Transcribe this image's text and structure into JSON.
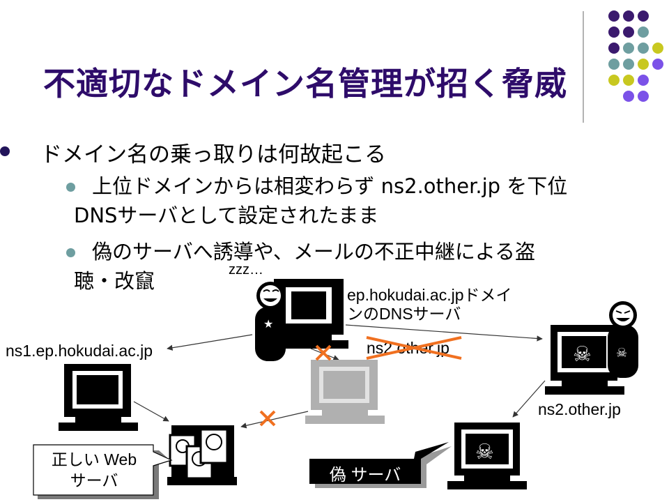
{
  "slide": {
    "title": "不適切なドメイン名管理が招く脅威",
    "bullet": "ドメイン名の乗っ取りは何故起こる",
    "sub_bullets": [
      {
        "line1": "上位ドメインからは相変わらず ns2.other.jp を下位",
        "line2": "DNSサーバとして設定されたまま"
      },
      {
        "line1": "偽のサーバへ誘導や、メールの不正中継による盗",
        "line2": "聴・改竄"
      }
    ]
  },
  "diagram": {
    "zzz": "zzz…",
    "ep_server_line1": "ep.hokudai.ac.jpドメイ",
    "ep_server_line2": "ンのDNSサーバ",
    "ns1_label": "ns1.ep.hokudai.ac.jp",
    "ns2_crossed_label": "ns2.other.jp",
    "ns2_label": "ns2.other.jp",
    "correct_web_line1": "正しい Web",
    "correct_web_line2": "サーバ",
    "fake_server": "偽 サーバ"
  },
  "colors": {
    "title": "#2e0c6a",
    "cross": "#f07020",
    "dot_dark_purple": "#3b1a6e",
    "dot_teal": "#6e9ea0",
    "dot_yellow": "#c8c820",
    "dot_violet": "#7b52e8"
  }
}
